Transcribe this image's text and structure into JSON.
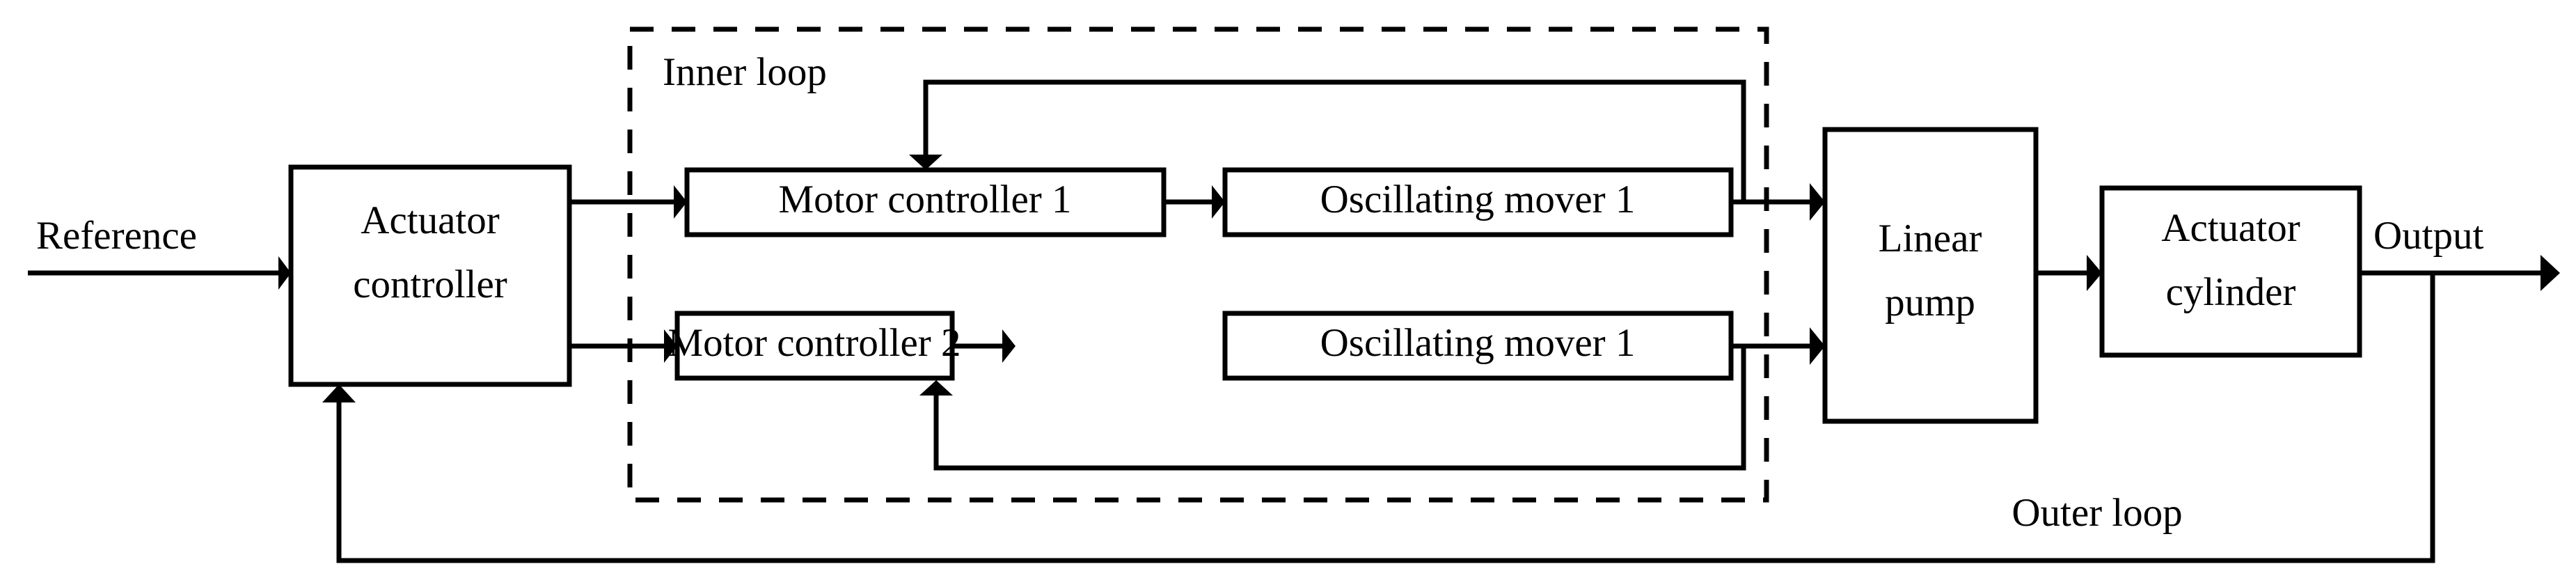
{
  "diagram": {
    "title": "Dual-motor electro-hydrostatic actuator control block diagram",
    "type": "control-block-diagram",
    "background_color": "#ffffff",
    "line_color": "#000000",
    "labels": {
      "reference": "Reference",
      "output": "Output",
      "inner_loop": "Inner loop",
      "outer_loop": "Outer loop"
    },
    "blocks": [
      {
        "id": "actuator-controller",
        "label_line1": "Actuator",
        "label_line2": "controller"
      },
      {
        "id": "motor-controller-1",
        "label_line1": "Motor controller 1",
        "label_line2": ""
      },
      {
        "id": "motor-controller-2",
        "label_line1": "Motor controller 2",
        "label_line2": ""
      },
      {
        "id": "oscillating-mover-1",
        "label_line1": "Oscillating mover 1",
        "label_line2": ""
      },
      {
        "id": "oscillating-mover-2",
        "label_line1": "Oscillating mover 1",
        "label_line2": ""
      },
      {
        "id": "linear-pump",
        "label_line1": "Linear",
        "label_line2": "pump"
      },
      {
        "id": "actuator-cylinder",
        "label_line1": "Actuator",
        "label_line2": "cylinder"
      }
    ],
    "groups": [
      {
        "id": "inner-loop-group",
        "label": "Inner loop",
        "style": "dashed"
      }
    ],
    "signal_flow": [
      "Reference -> Actuator controller",
      "Actuator controller -> Motor controller 1",
      "Actuator controller -> Motor controller 2",
      "Motor controller 1 -> Oscillating mover 1",
      "Motor controller 2 -> Oscillating mover 1",
      "Oscillating mover 1 -> Linear pump",
      "Oscillating mover 1 (lower) -> Linear pump",
      "Linear pump -> Actuator cylinder",
      "Actuator cylinder -> Output",
      "Oscillating mover feedback -> Motor controller 1 (inner loop)",
      "Oscillating mover feedback -> Motor controller 2 (inner loop)",
      "Output feedback -> Actuator controller (outer loop)"
    ]
  }
}
